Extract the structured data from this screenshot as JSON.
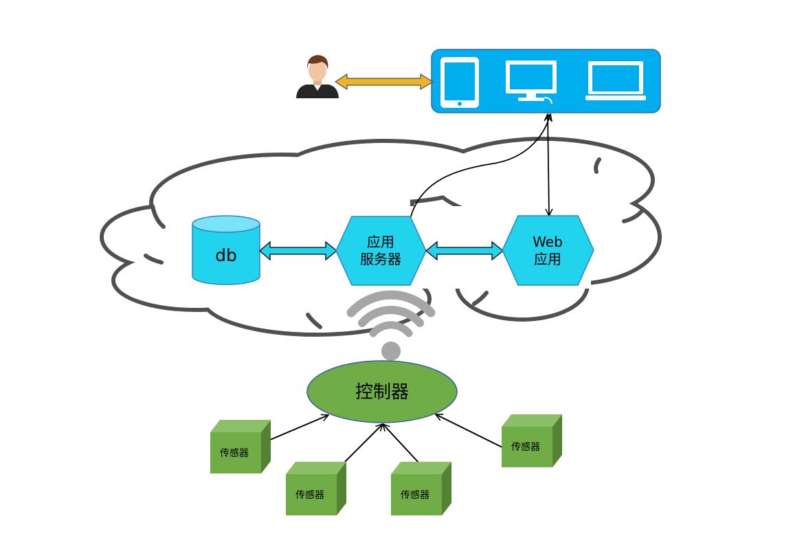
{
  "colors": {
    "device_panel": "#00aeef",
    "device_panel_border": "#2b6ea6",
    "node_fill": "#22d3ee",
    "node_stroke": "#2f83c4",
    "cloud_stroke": "#505050",
    "controller_fill": "#70ad47",
    "controller_stroke": "#3a5ea8",
    "sensor_front": "#70ad47",
    "sensor_top": "#8cc067",
    "sensor_side": "#548235",
    "wifi": "#a6a6a6",
    "user_arrow": "#f0b429"
  },
  "icons": {
    "user": "user-avatar-icon",
    "devices": [
      "tablet-icon",
      "desktop-monitor-icon",
      "laptop-icon"
    ],
    "wireless": "wifi-icon"
  },
  "nodes": {
    "db": {
      "label": "db"
    },
    "app_server": {
      "line1": "应用",
      "line2": "服务器"
    },
    "web_app": {
      "line1": "Web",
      "line2": "应用"
    },
    "controller": {
      "label": "控制器"
    }
  },
  "sensors": [
    {
      "label": "传感器"
    },
    {
      "label": "传感器"
    },
    {
      "label": "传感器"
    },
    {
      "label": "传感器"
    }
  ]
}
